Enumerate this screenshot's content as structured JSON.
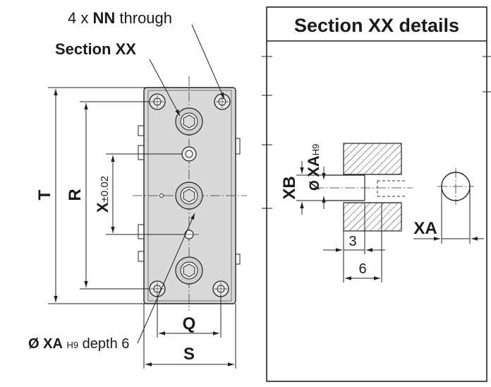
{
  "callouts": {
    "through_prefix": "4 x",
    "through_code": "NN",
    "through_suffix": "through",
    "section": "Section XX",
    "pin_prefix": "Ø",
    "pin_code": "XA",
    "pin_tol": "H9",
    "pin_suffix": "depth 6"
  },
  "dimensions": {
    "T": "T",
    "R": "R",
    "X": "X",
    "X_tol": "±0.02",
    "Q": "Q",
    "S": "S"
  },
  "detail": {
    "title": "Section XX details",
    "dia_prefix": "Ø",
    "dia_code": "XA",
    "dia_tol": "H9",
    "XB": "XB",
    "XA": "XA",
    "dim3": "3",
    "dim6": "6"
  }
}
